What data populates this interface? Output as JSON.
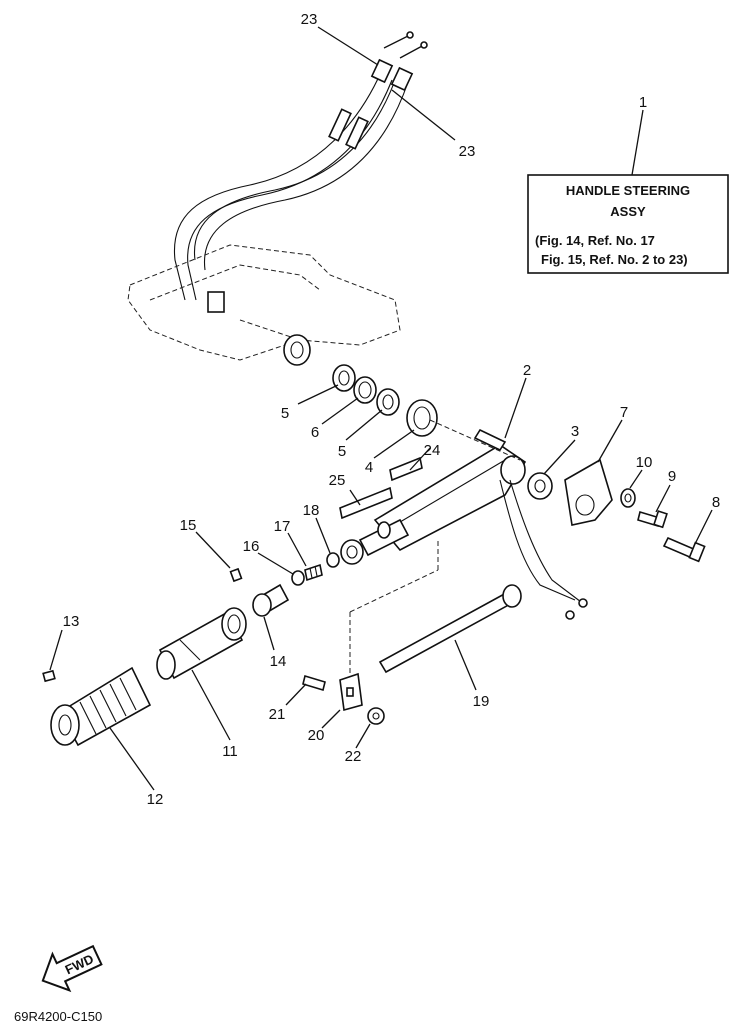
{
  "note_box": {
    "ref": "1",
    "title_line1": "HANDLE STEERING",
    "title_line2": "ASSY",
    "ref_line1": "(Fig. 14, Ref. No. 17",
    "ref_line2": "Fig. 15, Ref. No. 2 to 23)"
  },
  "callouts": [
    {
      "id": "c23a",
      "text": "23"
    },
    {
      "id": "c23b",
      "text": "23"
    },
    {
      "id": "c2",
      "text": "2"
    },
    {
      "id": "c3",
      "text": "3"
    },
    {
      "id": "c4",
      "text": "4"
    },
    {
      "id": "c5a",
      "text": "5"
    },
    {
      "id": "c5b",
      "text": "5"
    },
    {
      "id": "c6",
      "text": "6"
    },
    {
      "id": "c7",
      "text": "7"
    },
    {
      "id": "c8",
      "text": "8"
    },
    {
      "id": "c9",
      "text": "9"
    },
    {
      "id": "c10",
      "text": "10"
    },
    {
      "id": "c11",
      "text": "11"
    },
    {
      "id": "c12",
      "text": "12"
    },
    {
      "id": "c13",
      "text": "13"
    },
    {
      "id": "c14",
      "text": "14"
    },
    {
      "id": "c15",
      "text": "15"
    },
    {
      "id": "c16",
      "text": "16"
    },
    {
      "id": "c17",
      "text": "17"
    },
    {
      "id": "c18",
      "text": "18"
    },
    {
      "id": "c19",
      "text": "19"
    },
    {
      "id": "c20",
      "text": "20"
    },
    {
      "id": "c21",
      "text": "21"
    },
    {
      "id": "c22",
      "text": "22"
    },
    {
      "id": "c24",
      "text": "24"
    },
    {
      "id": "c25",
      "text": "25"
    }
  ],
  "fwd_label": "FWD",
  "figure_code": "69R4200-C150"
}
